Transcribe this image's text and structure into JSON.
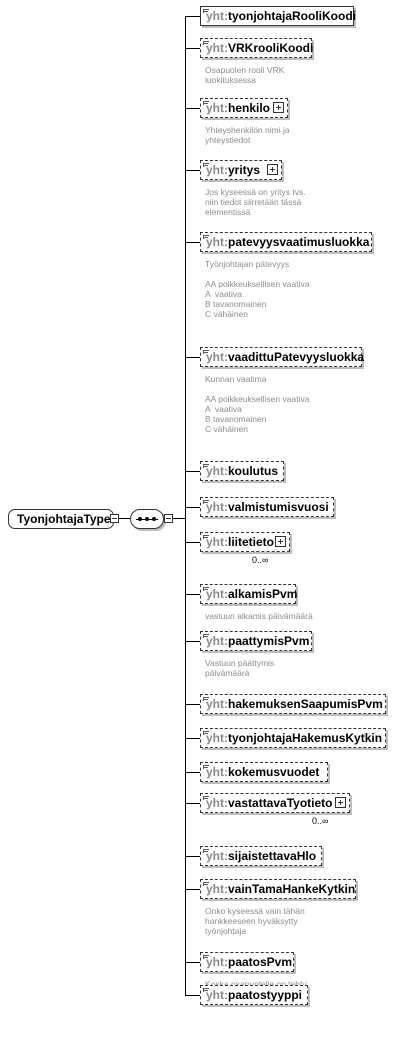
{
  "root": {
    "name": "TyonjohtajaType"
  },
  "namespace_prefix": "yht:",
  "elements": [
    {
      "name": "tyonjohtajaRooliKoodi",
      "optional": false,
      "expandable": false,
      "doc": "",
      "occurs": ""
    },
    {
      "name": "VRKrooliKoodi",
      "optional": true,
      "expandable": false,
      "doc": "Osapuolen rooli VRK\nluokituksessa",
      "occurs": ""
    },
    {
      "name": "henkilo",
      "optional": true,
      "expandable": true,
      "doc": "Yhteyshenkilön nimi ja\nyhteystiedot",
      "occurs": ""
    },
    {
      "name": "yritys",
      "optional": true,
      "expandable": true,
      "doc": "Jos kyseessä on yritys tvs.\nniin tiedot siirretään tässä\nelementissä",
      "occurs": ""
    },
    {
      "name": "patevyysvaatimusluokka",
      "optional": true,
      "expandable": false,
      "doc": "Työnjohtajan pätevyys\n\nAA poikkeuksellisen vaativa\nA  vaativa\nB tavanomainen\nC vähäinen",
      "occurs": ""
    },
    {
      "name": "vaadittuPatevyysluokka",
      "optional": true,
      "expandable": false,
      "doc": "Kunnan vaatima\n\nAA poikkeuksellisen vaativa\nA  vaativa\nB tavanomainen\nC vähäinen",
      "occurs": ""
    },
    {
      "name": "koulutus",
      "optional": true,
      "expandable": false,
      "doc": "",
      "occurs": ""
    },
    {
      "name": "valmistumisvuosi",
      "optional": true,
      "expandable": false,
      "doc": "",
      "occurs": ""
    },
    {
      "name": "liitetieto",
      "optional": true,
      "expandable": true,
      "doc": "",
      "occurs": "0..∞"
    },
    {
      "name": "alkamisPvm",
      "optional": true,
      "expandable": false,
      "doc": "vastuun alkamis päivämäärä",
      "occurs": ""
    },
    {
      "name": "paattymisPvm",
      "optional": true,
      "expandable": false,
      "doc": "Vastuun päättymis\npäivämäärä",
      "occurs": ""
    },
    {
      "name": "hakemuksenSaapumisPvm",
      "optional": true,
      "expandable": false,
      "doc": "",
      "occurs": ""
    },
    {
      "name": "tyonjohtajaHakemusKytkin",
      "optional": true,
      "expandable": false,
      "doc": "",
      "occurs": ""
    },
    {
      "name": "kokemusvuodet",
      "optional": true,
      "expandable": false,
      "doc": "",
      "occurs": ""
    },
    {
      "name": "vastattavaTyotieto",
      "optional": true,
      "expandable": true,
      "doc": "",
      "occurs": "0..∞"
    },
    {
      "name": "sijaistettavaHlo",
      "optional": true,
      "expandable": false,
      "doc": "",
      "occurs": ""
    },
    {
      "name": "vainTamaHankeKytkin",
      "optional": true,
      "expandable": false,
      "doc": "Onko kyseessä vain tähän\nhankkeeseen hyväksytty\ntyönjohtaja",
      "occurs": ""
    },
    {
      "name": "paatosPvm",
      "optional": true,
      "expandable": false,
      "doc": "Koska osapuolelle on tehty\npäätös",
      "occurs": ""
    },
    {
      "name": "paatostyyppi",
      "optional": true,
      "expandable": false,
      "doc": "",
      "occurs": ""
    }
  ]
}
